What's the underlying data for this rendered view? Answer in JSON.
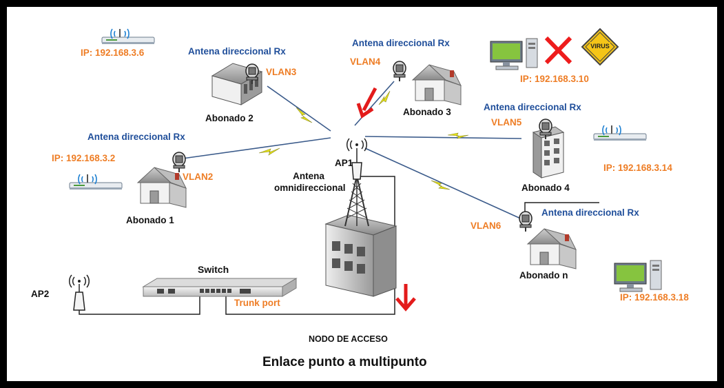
{
  "colors": {
    "blue_label": "#1f4e9a",
    "orange_label": "#ee7d25",
    "link_line": "#3a5a8a",
    "bolt": "#e6e21a",
    "arrow": "#e31b1b",
    "cable": "#222222"
  },
  "caption": {
    "node": "NODO DE ACCESO",
    "title": "Enlace punto a multipunto"
  },
  "ap1": {
    "name": "AP1",
    "desc_line1": "Antena",
    "desc_line2": "omnidireccional"
  },
  "ap2": {
    "name": "AP2"
  },
  "switch": {
    "label": "Switch",
    "trunk": "Trunk port"
  },
  "subscribers": [
    {
      "name": "Abonado 1",
      "antenna": "Antena direccional Rx",
      "vlan": "VLAN2",
      "ip": "IP: 192.168.3.2",
      "icon": "house-icon"
    },
    {
      "name": "Abonado 2",
      "antenna": "Antena direccional Rx",
      "vlan": "VLAN3",
      "ip": "IP: 192.168.3.6",
      "icon": "building-icon"
    },
    {
      "name": "Abonado 3",
      "antenna": "Antena direccional Rx",
      "vlan": "VLAN4",
      "ip": "IP: 192.168.3.10",
      "icon": "house-icon"
    },
    {
      "name": "Abonado 4",
      "antenna": "Antena direccional Rx",
      "vlan": "VLAN5",
      "ip": "IP: 192.168.3.14",
      "icon": "office-building-icon"
    },
    {
      "name": "Abonado n",
      "antenna": "Antena direccional Rx",
      "vlan": "VLAN6",
      "ip": "IP: 192.168.3.18",
      "icon": "house-icon"
    }
  ],
  "icons": [
    "router-icon",
    "computer-icon",
    "red-x-icon",
    "virus-warning-icon",
    "antenna-icon",
    "tower-icon",
    "switch-icon",
    "red-arrow-icon"
  ],
  "virus_sign": "VIRUS"
}
